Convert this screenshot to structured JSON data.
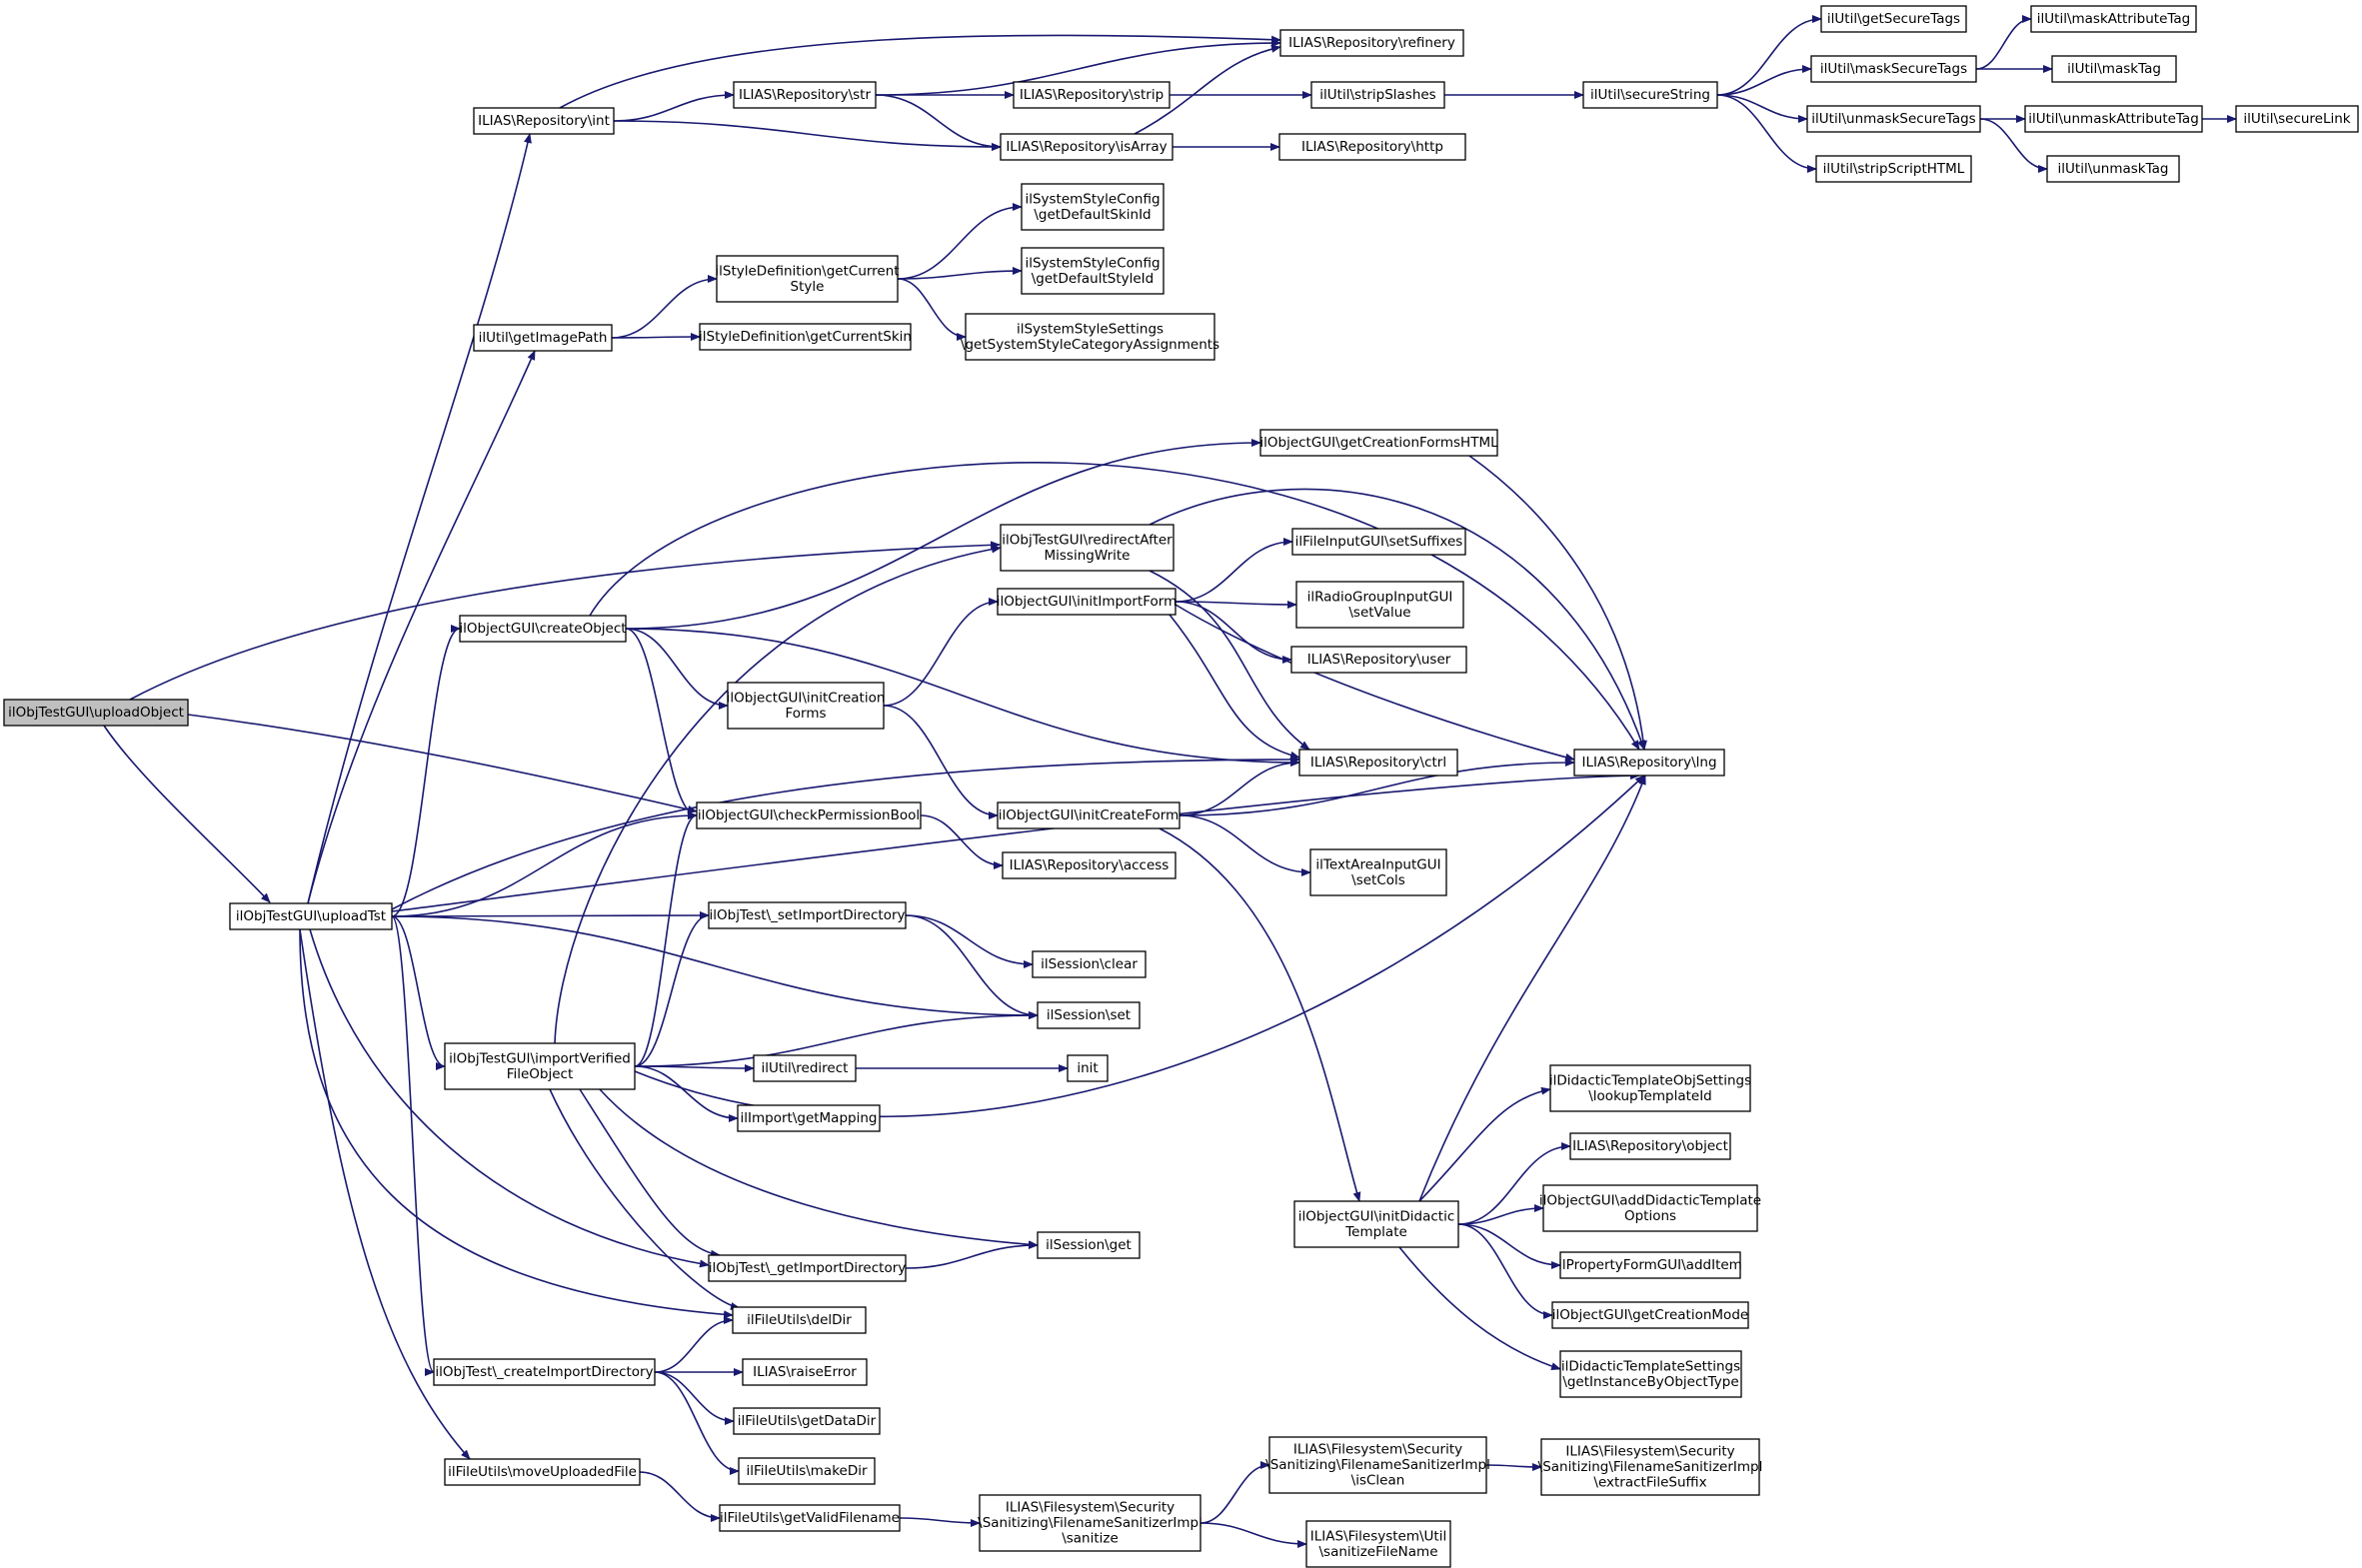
{
  "colors": {
    "edge": "#191970",
    "node_fill": "#ffffff",
    "root_fill": "#bfbfbf",
    "node_stroke": "#000000"
  },
  "nodes": [
    {
      "id": "n0",
      "lines": [
        "ilObjTestGUI\\uploadObject"
      ],
      "root": true
    },
    {
      "id": "n1",
      "lines": [
        "ilObjTestGUI\\uploadTst"
      ]
    },
    {
      "id": "n2",
      "lines": [
        "ILIAS\\Repository\\int"
      ]
    },
    {
      "id": "n3",
      "lines": [
        "ilUtil\\getImagePath"
      ]
    },
    {
      "id": "n4",
      "lines": [
        "ilObjectGUI\\createObject"
      ]
    },
    {
      "id": "n5",
      "lines": [
        "ilObjTestGUI\\importVerified",
        "FileObject"
      ]
    },
    {
      "id": "n6",
      "lines": [
        "ilObjTest\\_createImportDirectory"
      ]
    },
    {
      "id": "n7",
      "lines": [
        "ilFileUtils\\moveUploadedFile"
      ]
    },
    {
      "id": "n8",
      "lines": [
        "ILIAS\\Repository\\str"
      ]
    },
    {
      "id": "n9",
      "lines": [
        "ilStyleDefinition\\getCurrent",
        "Style"
      ]
    },
    {
      "id": "n10",
      "lines": [
        "ilStyleDefinition\\getCurrentSkin"
      ]
    },
    {
      "id": "n11",
      "lines": [
        "ilObjectGUI\\initCreation",
        "Forms"
      ]
    },
    {
      "id": "n12",
      "lines": [
        "ilObjectGUI\\checkPermissionBool"
      ]
    },
    {
      "id": "n13",
      "lines": [
        "ilObjTest\\_setImportDirectory"
      ]
    },
    {
      "id": "n14",
      "lines": [
        "ilUtil\\redirect"
      ]
    },
    {
      "id": "n15",
      "lines": [
        "ilImport\\getMapping"
      ]
    },
    {
      "id": "n16",
      "lines": [
        "ilObjTest\\_getImportDirectory"
      ]
    },
    {
      "id": "n17",
      "lines": [
        "ilFileUtils\\delDir"
      ]
    },
    {
      "id": "n18",
      "lines": [
        "ILIAS\\raiseError"
      ]
    },
    {
      "id": "n19",
      "lines": [
        "ilFileUtils\\getDataDir"
      ]
    },
    {
      "id": "n20",
      "lines": [
        "ilFileUtils\\makeDir"
      ]
    },
    {
      "id": "n21",
      "lines": [
        "ilFileUtils\\getValidFilename"
      ]
    },
    {
      "id": "n22",
      "lines": [
        "ILIAS\\Repository\\strip"
      ]
    },
    {
      "id": "n23",
      "lines": [
        "ILIAS\\Repository\\isArray"
      ]
    },
    {
      "id": "n24",
      "lines": [
        "ilSystemStyleConfig",
        "\\getDefaultSkinId"
      ]
    },
    {
      "id": "n25",
      "lines": [
        "ilSystemStyleConfig",
        "\\getDefaultStyleId"
      ]
    },
    {
      "id": "n26",
      "lines": [
        "ilSystemStyleSettings",
        "\\getSystemStyleCategoryAssignments"
      ]
    },
    {
      "id": "n27",
      "lines": [
        "ilObjTestGUI\\redirectAfter",
        "MissingWrite"
      ]
    },
    {
      "id": "n28",
      "lines": [
        "ilObjectGUI\\initImportForm"
      ]
    },
    {
      "id": "n29",
      "lines": [
        "ilObjectGUI\\initCreateForm"
      ]
    },
    {
      "id": "n30",
      "lines": [
        "ILIAS\\Repository\\access"
      ]
    },
    {
      "id": "n31",
      "lines": [
        "ilSession\\clear"
      ]
    },
    {
      "id": "n32",
      "lines": [
        "ilSession\\set"
      ]
    },
    {
      "id": "n33",
      "lines": [
        "init"
      ]
    },
    {
      "id": "n34",
      "lines": [
        "ilSession\\get"
      ]
    },
    {
      "id": "n35",
      "lines": [
        "ILIAS\\Filesystem\\Security",
        "\\Sanitizing\\FilenameSanitizerImpl",
        "\\sanitize"
      ]
    },
    {
      "id": "n36",
      "lines": [
        "ILIAS\\Repository\\refinery"
      ]
    },
    {
      "id": "n37",
      "lines": [
        "ilUtil\\stripSlashes"
      ]
    },
    {
      "id": "n38",
      "lines": [
        "ILIAS\\Repository\\http"
      ]
    },
    {
      "id": "n39",
      "lines": [
        "ilObjectGUI\\getCreationFormsHTML"
      ]
    },
    {
      "id": "n40",
      "lines": [
        "ilFileInputGUI\\setSuffixes"
      ]
    },
    {
      "id": "n41",
      "lines": [
        "ilRadioGroupInputGUI",
        "\\setValue"
      ]
    },
    {
      "id": "n42",
      "lines": [
        "ILIAS\\Repository\\user"
      ]
    },
    {
      "id": "n43",
      "lines": [
        "ILIAS\\Repository\\ctrl"
      ]
    },
    {
      "id": "n44",
      "lines": [
        "ilTextAreaInputGUI",
        "\\setCols"
      ]
    },
    {
      "id": "n45",
      "lines": [
        "ilObjectGUI\\initDidactic",
        "Template"
      ]
    },
    {
      "id": "n46",
      "lines": [
        "ILIAS\\Filesystem\\Security",
        "\\Sanitizing\\FilenameSanitizerImpl",
        "\\isClean"
      ]
    },
    {
      "id": "n47",
      "lines": [
        "ILIAS\\Filesystem\\Util",
        "\\sanitizeFileName"
      ]
    },
    {
      "id": "n48",
      "lines": [
        "ilUtil\\secureString"
      ]
    },
    {
      "id": "n49",
      "lines": [
        "ILIAS\\Repository\\lng"
      ]
    },
    {
      "id": "n50",
      "lines": [
        "ilDidacticTemplateObjSettings",
        "\\lookupTemplateId"
      ]
    },
    {
      "id": "n51",
      "lines": [
        "ILIAS\\Repository\\object"
      ]
    },
    {
      "id": "n52",
      "lines": [
        "ilObjectGUI\\addDidacticTemplate",
        "Options"
      ]
    },
    {
      "id": "n53",
      "lines": [
        "ilPropertyFormGUI\\addItem"
      ]
    },
    {
      "id": "n54",
      "lines": [
        "ilObjectGUI\\getCreationMode"
      ]
    },
    {
      "id": "n55",
      "lines": [
        "ilDidacticTemplateSettings",
        "\\getInstanceByObjectType"
      ]
    },
    {
      "id": "n56",
      "lines": [
        "ILIAS\\Filesystem\\Security",
        "\\Sanitizing\\FilenameSanitizerImpl",
        "\\extractFileSuffix"
      ]
    },
    {
      "id": "n57",
      "lines": [
        "ilUtil\\getSecureTags"
      ]
    },
    {
      "id": "n58",
      "lines": [
        "ilUtil\\maskSecureTags"
      ]
    },
    {
      "id": "n59",
      "lines": [
        "ilUtil\\unmaskSecureTags"
      ]
    },
    {
      "id": "n60",
      "lines": [
        "ilUtil\\stripScriptHTML"
      ]
    },
    {
      "id": "n61",
      "lines": [
        "ilUtil\\maskAttributeTag"
      ]
    },
    {
      "id": "n62",
      "lines": [
        "ilUtil\\maskTag"
      ]
    },
    {
      "id": "n63",
      "lines": [
        "ilUtil\\unmaskAttributeTag"
      ]
    },
    {
      "id": "n64",
      "lines": [
        "ilUtil\\unmaskTag"
      ]
    },
    {
      "id": "n65",
      "lines": [
        "ilUtil\\secureLink"
      ]
    }
  ],
  "edges": [
    [
      "n0",
      "n1"
    ],
    [
      "n0",
      "n27"
    ],
    [
      "n0",
      "n12"
    ],
    [
      "n1",
      "n2"
    ],
    [
      "n1",
      "n3"
    ],
    [
      "n1",
      "n4"
    ],
    [
      "n1",
      "n5"
    ],
    [
      "n1",
      "n6"
    ],
    [
      "n1",
      "n7"
    ],
    [
      "n1",
      "n12"
    ],
    [
      "n1",
      "n13"
    ],
    [
      "n1",
      "n16"
    ],
    [
      "n1",
      "n17"
    ],
    [
      "n1",
      "n32"
    ],
    [
      "n1",
      "n43"
    ],
    [
      "n1",
      "n49"
    ],
    [
      "n2",
      "n8"
    ],
    [
      "n2",
      "n23"
    ],
    [
      "n2",
      "n36"
    ],
    [
      "n3",
      "n9"
    ],
    [
      "n3",
      "n10"
    ],
    [
      "n4",
      "n11"
    ],
    [
      "n4",
      "n12"
    ],
    [
      "n4",
      "n39"
    ],
    [
      "n4",
      "n43"
    ],
    [
      "n4",
      "n49"
    ],
    [
      "n5",
      "n12"
    ],
    [
      "n5",
      "n13"
    ],
    [
      "n5",
      "n14"
    ],
    [
      "n5",
      "n15"
    ],
    [
      "n5",
      "n16"
    ],
    [
      "n5",
      "n17"
    ],
    [
      "n5",
      "n27"
    ],
    [
      "n5",
      "n32"
    ],
    [
      "n5",
      "n34"
    ],
    [
      "n5",
      "n49"
    ],
    [
      "n6",
      "n17"
    ],
    [
      "n6",
      "n18"
    ],
    [
      "n6",
      "n19"
    ],
    [
      "n6",
      "n20"
    ],
    [
      "n7",
      "n21"
    ],
    [
      "n8",
      "n22"
    ],
    [
      "n8",
      "n23"
    ],
    [
      "n8",
      "n36"
    ],
    [
      "n9",
      "n24"
    ],
    [
      "n9",
      "n25"
    ],
    [
      "n9",
      "n26"
    ],
    [
      "n11",
      "n28"
    ],
    [
      "n11",
      "n29"
    ],
    [
      "n12",
      "n30"
    ],
    [
      "n13",
      "n31"
    ],
    [
      "n13",
      "n32"
    ],
    [
      "n14",
      "n33"
    ],
    [
      "n16",
      "n34"
    ],
    [
      "n21",
      "n35"
    ],
    [
      "n22",
      "n37"
    ],
    [
      "n23",
      "n36"
    ],
    [
      "n23",
      "n38"
    ],
    [
      "n27",
      "n43"
    ],
    [
      "n27",
      "n49"
    ],
    [
      "n28",
      "n40"
    ],
    [
      "n28",
      "n41"
    ],
    [
      "n28",
      "n42"
    ],
    [
      "n28",
      "n43"
    ],
    [
      "n28",
      "n49"
    ],
    [
      "n29",
      "n43"
    ],
    [
      "n29",
      "n44"
    ],
    [
      "n29",
      "n45"
    ],
    [
      "n29",
      "n49"
    ],
    [
      "n35",
      "n46"
    ],
    [
      "n35",
      "n47"
    ],
    [
      "n37",
      "n48"
    ],
    [
      "n39",
      "n49"
    ],
    [
      "n45",
      "n49"
    ],
    [
      "n45",
      "n50"
    ],
    [
      "n45",
      "n51"
    ],
    [
      "n45",
      "n52"
    ],
    [
      "n45",
      "n53"
    ],
    [
      "n45",
      "n54"
    ],
    [
      "n45",
      "n55"
    ],
    [
      "n46",
      "n56"
    ],
    [
      "n48",
      "n57"
    ],
    [
      "n48",
      "n58"
    ],
    [
      "n48",
      "n59"
    ],
    [
      "n48",
      "n60"
    ],
    [
      "n58",
      "n61"
    ],
    [
      "n58",
      "n62"
    ],
    [
      "n59",
      "n63"
    ],
    [
      "n59",
      "n64"
    ],
    [
      "n63",
      "n65"
    ]
  ]
}
